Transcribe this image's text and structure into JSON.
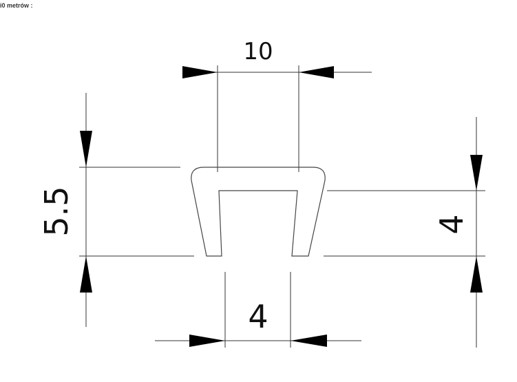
{
  "caption": "i0 metrów :",
  "dimensions": {
    "top_width": "10",
    "left_height": "5.5",
    "right_inner_height": "4",
    "bottom_inner_width": "4"
  },
  "colors": {
    "line": "#222222",
    "arrow": "#000000"
  }
}
